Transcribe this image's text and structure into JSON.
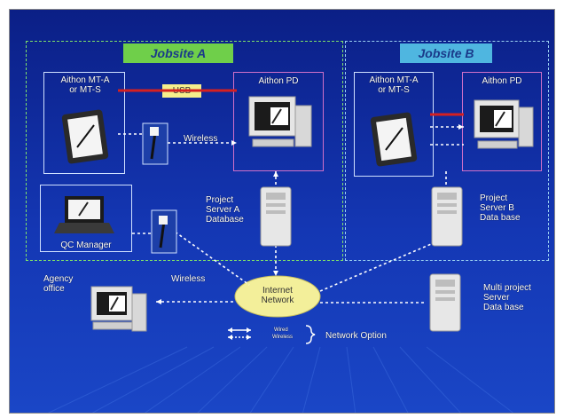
{
  "jobsite_a": {
    "title": "Jobsite A"
  },
  "jobsite_b": {
    "title": "Jobsite B"
  },
  "labels": {
    "a_device": "Aithon MT-A\nor MT-S",
    "a_pd": "Aithon PD",
    "usb": "USB",
    "wireless_a": "Wireless",
    "qc_manager": "QC Manager",
    "server_a": "Project\nServer A\nDatabase",
    "b_device": "Aithon MT-A\nor MT-S",
    "b_pd": "Aithon PD",
    "server_b": "Project\nServer B\nData base",
    "agency_office": "Agency\noffice",
    "wireless_office": "Wireless",
    "internet": "Internet\nNetwork",
    "multi_server": "Multi project\nServer\nData base",
    "legend_wired": "Wired",
    "legend_wireless": "Wireless",
    "network_option": "Network Option"
  },
  "colors": {
    "jobsite_a_tag": "#6fcf4a",
    "jobsite_b_tag": "#4fb6e0",
    "usb_link": "#d52020",
    "internet_bubble": "#f3ef9a"
  }
}
